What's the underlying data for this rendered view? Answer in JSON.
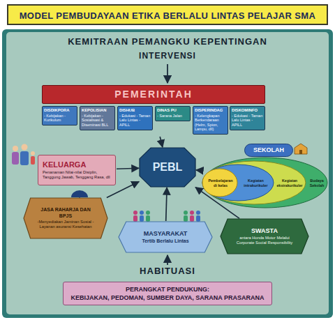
{
  "diagram": {
    "title": "MODEL PEMBUDAYAAN ETIKA BERLALU LINTAS PELAJAR SMA",
    "nodes": [
      {
        "text": [
          "PEMERINTAH"
        ]
      },
      {
        "text": [
          "DISDIKPORA",
          "- Kebijakan - Kurikulum"
        ],
        "in": 0
      },
      {
        "text": [
          "KEPOLISIAN",
          "- Kebijakan - Sosialisasi & Diseminasi BLL"
        ],
        "in": 0
      },
      {
        "text": [
          "DISHUB",
          "- Edukasi - Taman Lalu Lintas - APILL"
        ],
        "in": 0
      },
      {
        "text": [
          "DINAS PU",
          "- Sarana Jalan"
        ],
        "in": 0
      },
      {
        "text": [
          "DISPERINDAG",
          "- Kelengkapan Berkendaraan (Helm, Spion, Lampu, dll)"
        ],
        "in": 0
      },
      {
        "text": [
          "DISKOMINFO",
          "- Edukasi - Taman Lalu Lintas - APILL"
        ],
        "in": 0
      },
      {
        "text": [
          "KELUARGA",
          "Penanaman Nilai-nilai Disiplin, Tanggung Jawab, Tenggang Rasa, dll"
        ]
      },
      {
        "text": [
          "PEBL"
        ]
      },
      {
        "text": [
          "SEKOLAH"
        ]
      },
      {
        "text": [
          "Pembelajaran di kelas"
        ],
        "in": 9
      },
      {
        "text": [
          "Kegiatan intrakurikuler"
        ],
        "in": 9
      },
      {
        "text": [
          "Kegiatan ekstrakurikuler"
        ],
        "in": 9
      },
      {
        "text": [
          "Budaya Sekolah"
        ],
        "in": 9
      },
      {
        "text": [
          "JASA RAHARJA DAN BPJS",
          "-Menyediakan Jaminan Sosial -Layanan asuransi Kesehatan"
        ]
      },
      {
        "text": [
          "SWASTA",
          "antara Honda Motor Melalui Corporate Social Responsibility"
        ]
      },
      {
        "text": [
          "MASYARAKAT",
          "Tertib Berlalu Lintas"
        ]
      },
      {
        "text": [
          "PERANGKAT PENDUKUNG:",
          "KEBIJAKAN, PEDOMAN, SUMBER DAYA, SARANA PRASARANA"
        ]
      }
    ],
    "edges": [
      {
        "from": 0,
        "to": 8,
        "arrow": "to"
      },
      {
        "from": 7,
        "to": 8,
        "arrow": "to"
      },
      {
        "from": 9,
        "to": 8,
        "arrow": "to"
      },
      {
        "from": 14,
        "to": 8,
        "arrow": "to"
      },
      {
        "from": 16,
        "to": 8,
        "arrow": "to"
      },
      {
        "from": 15,
        "to": 8,
        "arrow": "to"
      }
    ],
    "labels": [
      "KEMITRAAN PEMANGKU KEPENTINGAN",
      "INTERVENSI",
      "HABITUASI"
    ]
  }
}
